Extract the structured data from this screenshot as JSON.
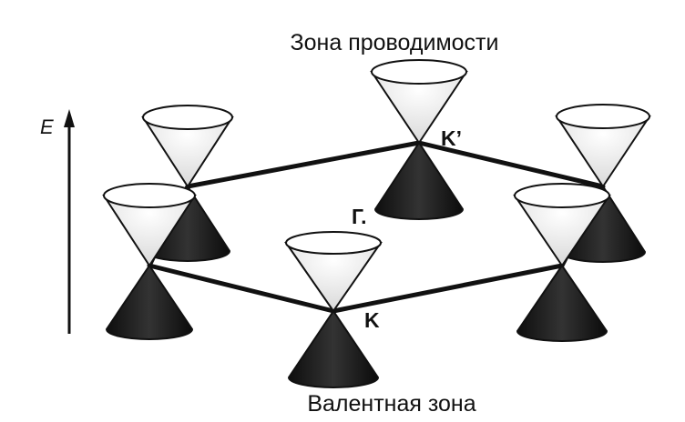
{
  "labels": {
    "conduction_band": "Зона проводимости",
    "valence_band": "Валентная зона",
    "energy_axis": "E",
    "point_k_prime": "K’",
    "point_k": "K",
    "point_gamma": "Г."
  },
  "colors": {
    "upper_cone_fill": "#f4f4f4",
    "lower_cone_fill": "#1a1a1a",
    "outline": "#111111",
    "hexagon": "#111111"
  }
}
